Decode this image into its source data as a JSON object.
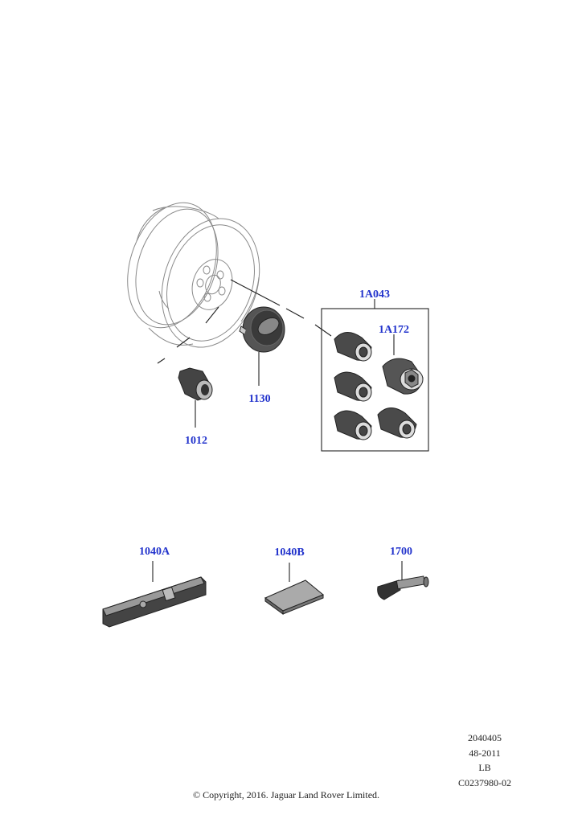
{
  "parts": {
    "p1012": "1012",
    "p1130": "1130",
    "p1a043": "1A043",
    "p1a172": "1A172",
    "p1040a": "1040A",
    "p1040b": "1040B",
    "p1700": "1700"
  },
  "meta": {
    "ref": "2040405",
    "date": "48-2011",
    "code": "LB",
    "drawing": "C0237980-02"
  },
  "copyright": "© Copyright, 2016. Jaguar Land Rover Limited."
}
